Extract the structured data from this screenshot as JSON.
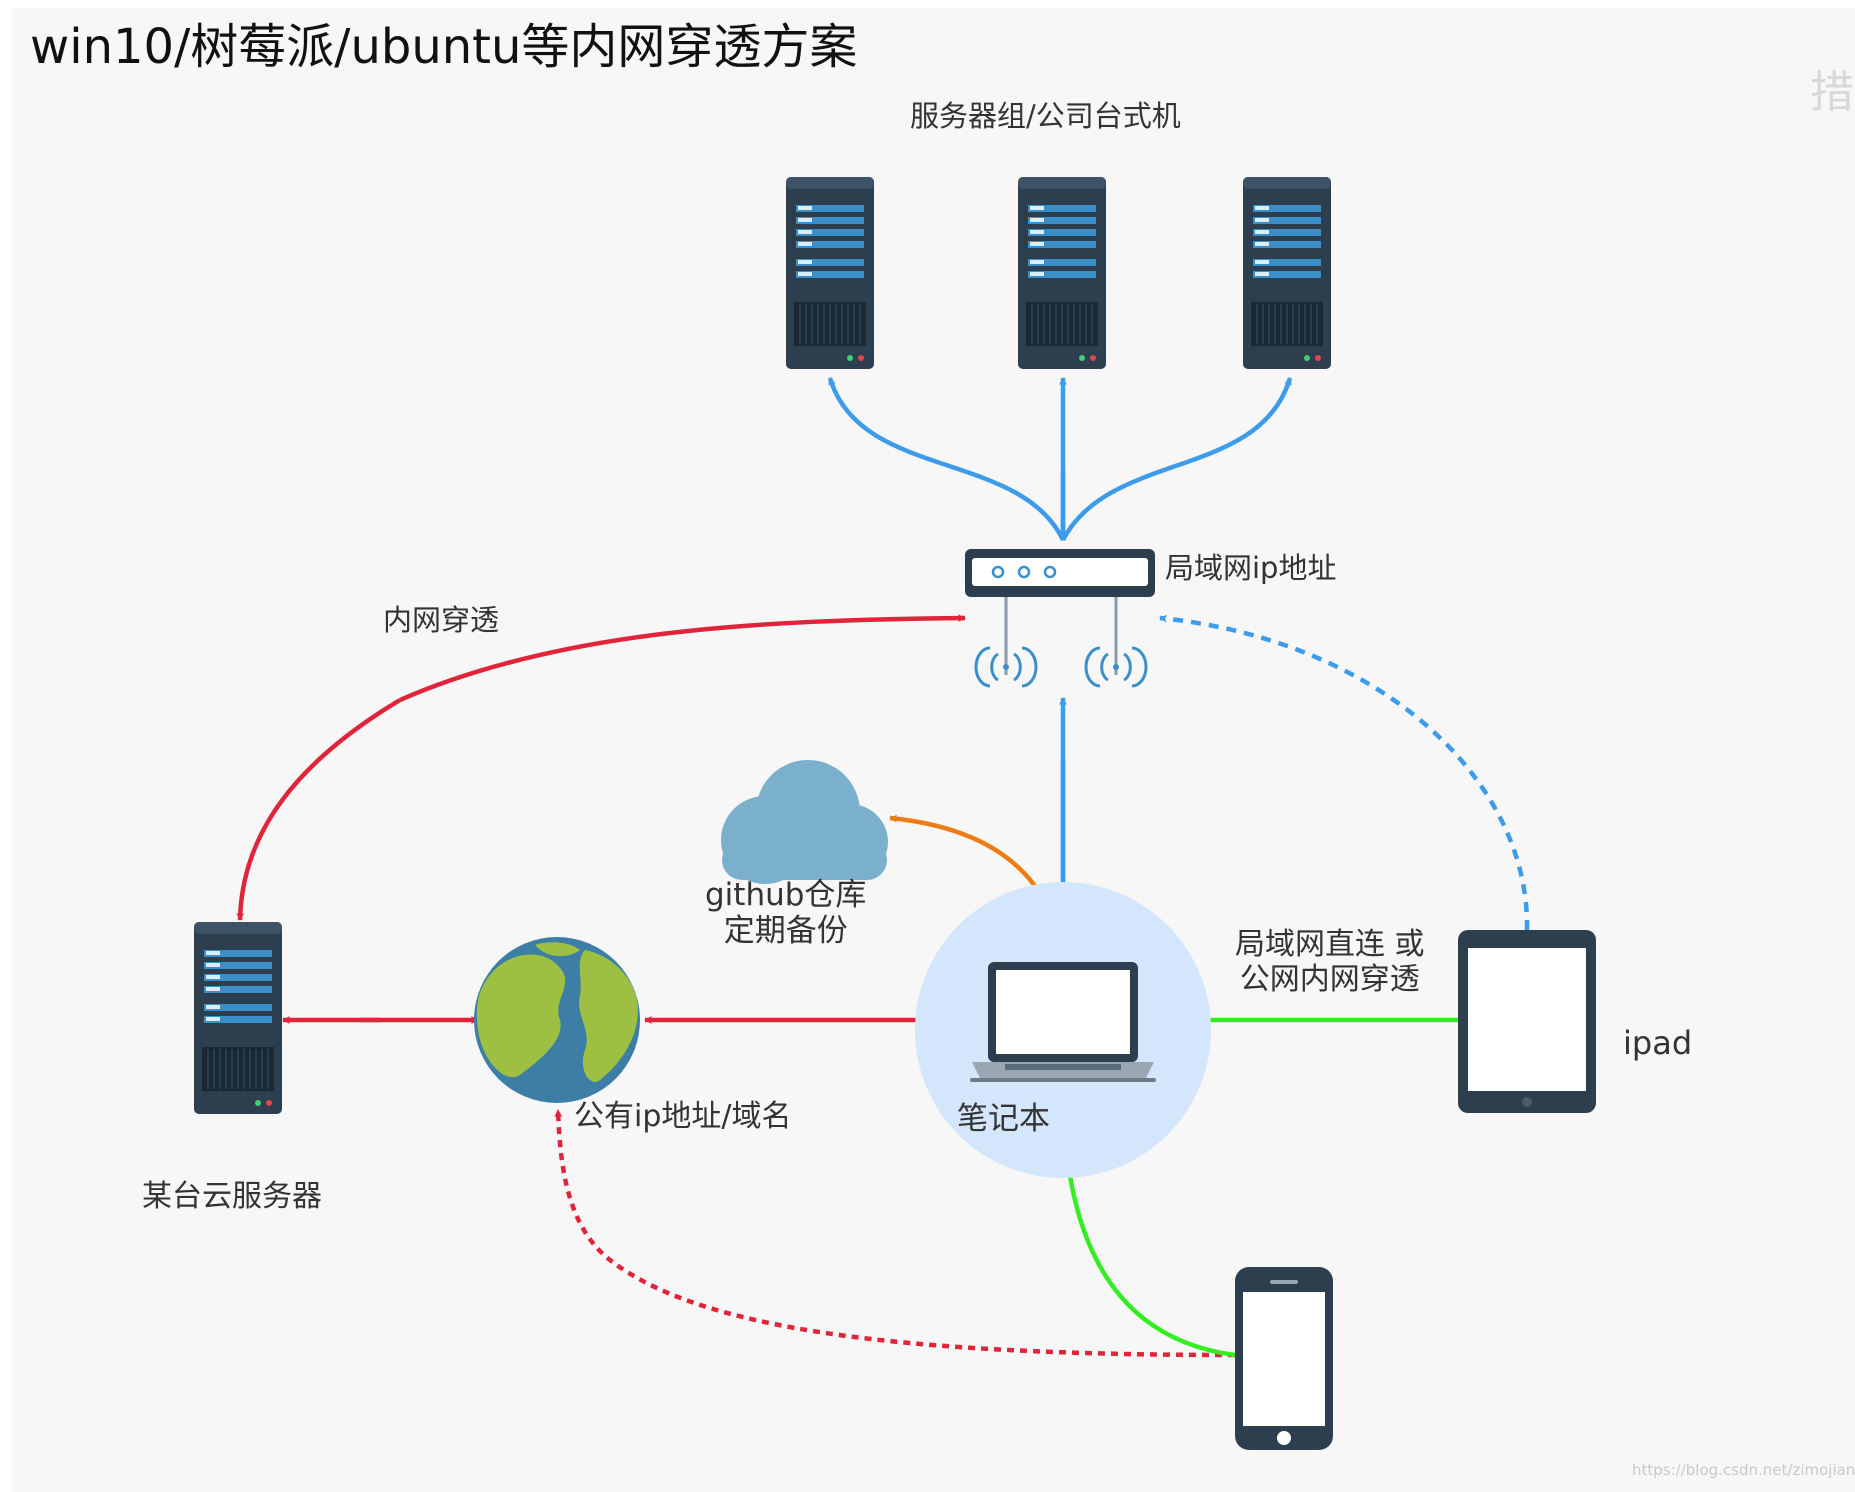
{
  "title": "win10/树莓派/ubuntu等内网穿透方案",
  "labels": {
    "servers": "服务器组/公司台式机",
    "lan_ip": "局域网ip地址",
    "tunnel": "内网穿透",
    "github_line1": "github仓库",
    "github_line2": "定期备份",
    "ipad_conn_line1": "局域网直连 或",
    "ipad_conn_line2": "公网内网穿透",
    "ipad": "ipad",
    "laptop": "笔记本",
    "public_ip": "公有ip地址/域名",
    "cloud_server": "某台云服务器",
    "edge_glyph": "措"
  },
  "watermark": "https://blog.csdn.net/zimojiang",
  "icons": [
    "server-icon",
    "router-icon",
    "wifi-icon",
    "cloud-icon",
    "globe-icon",
    "laptop-icon",
    "tablet-icon",
    "phone-icon"
  ],
  "colors": {
    "blue": "#3d9be9",
    "red": "#e0243a",
    "green": "#33ee22",
    "orange": "#ec7c16",
    "server_body": "#2d3f4f",
    "server_slot": "#3a8fc9",
    "cloud": "#7ab0cc",
    "globe_ocean": "#3c7ea6",
    "globe_land": "#9ec042",
    "laptop_halo": "#d3e6fb"
  }
}
